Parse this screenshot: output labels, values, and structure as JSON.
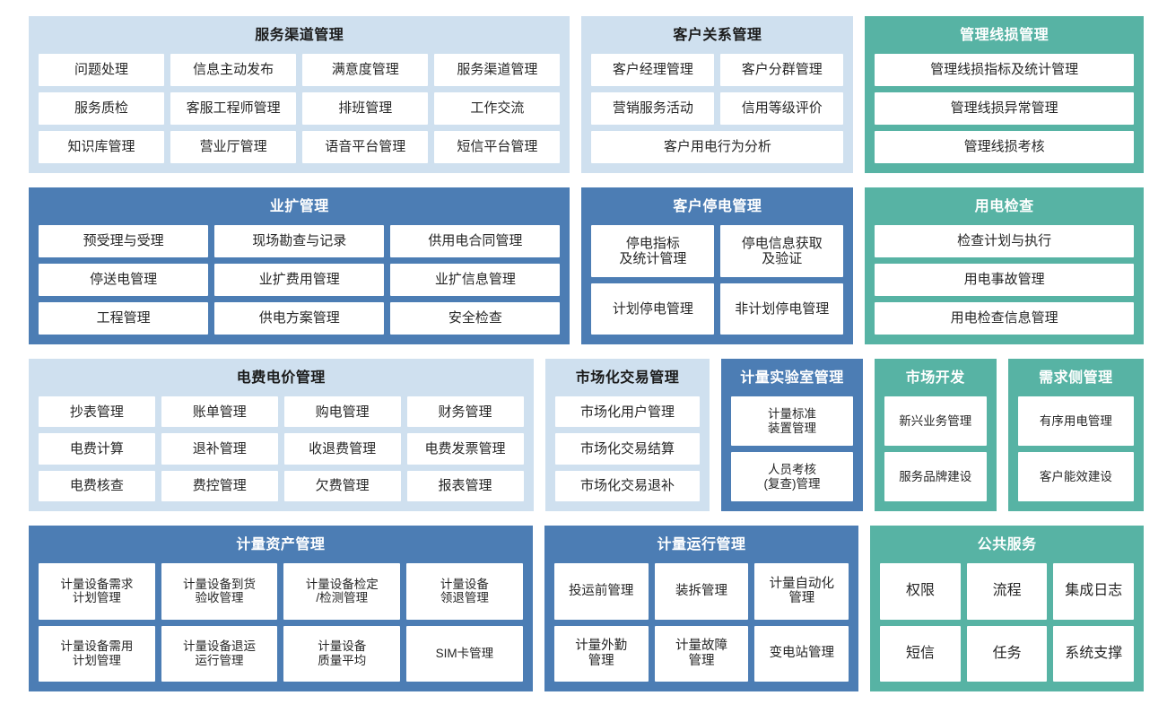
{
  "colors": {
    "light_blue": "#cfe0ef",
    "blue": "#4c7db4",
    "teal": "#57b3a4",
    "tile_bg": "#ffffff",
    "page_bg": "#ffffff"
  },
  "rows": [
    {
      "name": "row-1",
      "panels": [
        {
          "id": "service-channel-management",
          "title": "服务渠道管理",
          "style": "light",
          "tiles": [
            "问题处理",
            "信息主动发布",
            "满意度管理",
            "服务渠道管理",
            "服务质检",
            "客服工程师管理",
            "排班管理",
            "工作交流",
            "知识库管理",
            "营业厅管理",
            "语音平台管理",
            "短信平台管理"
          ]
        },
        {
          "id": "customer-relationship-management",
          "title": "客户关系管理",
          "style": "light",
          "tiles": [
            "客户经理管理",
            "客户分群管理",
            "营销服务活动",
            "信用等级评价",
            "客户用电行为分析"
          ]
        },
        {
          "id": "management-line-loss",
          "title": "管理线损管理",
          "style": "teal",
          "tiles": [
            "管理线损指标及统计管理",
            "管理线损异常管理",
            "管理线损考核"
          ]
        }
      ]
    },
    {
      "name": "row-2",
      "panels": [
        {
          "id": "business-expansion-management",
          "title": "业扩管理",
          "style": "blue",
          "tiles": [
            "预受理与受理",
            "现场勘查与记录",
            "供用电合同管理",
            "停送电管理",
            "业扩费用管理",
            "业扩信息管理",
            "工程管理",
            "供电方案管理",
            "安全检查"
          ]
        },
        {
          "id": "customer-outage-management",
          "title": "客户停电管理",
          "style": "blue",
          "tiles": [
            "停电指标\n及统计管理",
            "停电信息获取\n及验证",
            "计划停电管理",
            "非计划停电管理"
          ]
        },
        {
          "id": "electricity-usage-inspection",
          "title": "用电检查",
          "style": "teal",
          "tiles": [
            "检查计划与执行",
            "用电事故管理",
            "用电检查信息管理"
          ]
        }
      ]
    },
    {
      "name": "row-3",
      "panels": [
        {
          "id": "tariff-and-price-management",
          "title": "电费电价管理",
          "style": "light",
          "tiles": [
            "抄表管理",
            "账单管理",
            "购电管理",
            "财务管理",
            "电费计算",
            "退补管理",
            "收退费管理",
            "电费发票管理",
            "电费核查",
            "费控管理",
            "欠费管理",
            "报表管理"
          ]
        },
        {
          "id": "market-trading-management",
          "title": "市场化交易管理",
          "style": "light",
          "tiles": [
            "市场化用户管理",
            "市场化交易结算",
            "市场化交易退补"
          ]
        },
        {
          "id": "metering-laboratory-management",
          "title": "计量实验室管理",
          "style": "blue",
          "tiles": [
            "计量标准\n装置管理",
            "人员考核\n(复查)管理"
          ]
        },
        {
          "id": "market-development",
          "title": "市场开发",
          "style": "teal",
          "tiles": [
            "新兴业务管理",
            "服务品牌建设"
          ]
        },
        {
          "id": "demand-side-management",
          "title": "需求侧管理",
          "style": "teal",
          "tiles": [
            "有序用电管理",
            "客户能效建设"
          ]
        }
      ]
    },
    {
      "name": "row-4",
      "panels": [
        {
          "id": "metering-asset-management",
          "title": "计量资产管理",
          "style": "blue",
          "tiles": [
            "计量设备需求\n计划管理",
            "计量设备到货\n验收管理",
            "计量设备检定\n/检测管理",
            "计量设备\n领退管理",
            "计量设备需用\n计划管理",
            "计量设备退运\n运行管理",
            "计量设备\n质量平均",
            "SIM卡管理"
          ]
        },
        {
          "id": "metering-operation-management",
          "title": "计量运行管理",
          "style": "blue",
          "tiles": [
            "投运前管理",
            "装拆管理",
            "计量自动化\n管理",
            "计量外勤\n管理",
            "计量故障\n管理",
            "变电站管理"
          ]
        },
        {
          "id": "public-services",
          "title": "公共服务",
          "style": "teal",
          "tiles": [
            "权限",
            "流程",
            "集成日志",
            "短信",
            "任务",
            "系统支撑"
          ]
        }
      ]
    }
  ]
}
